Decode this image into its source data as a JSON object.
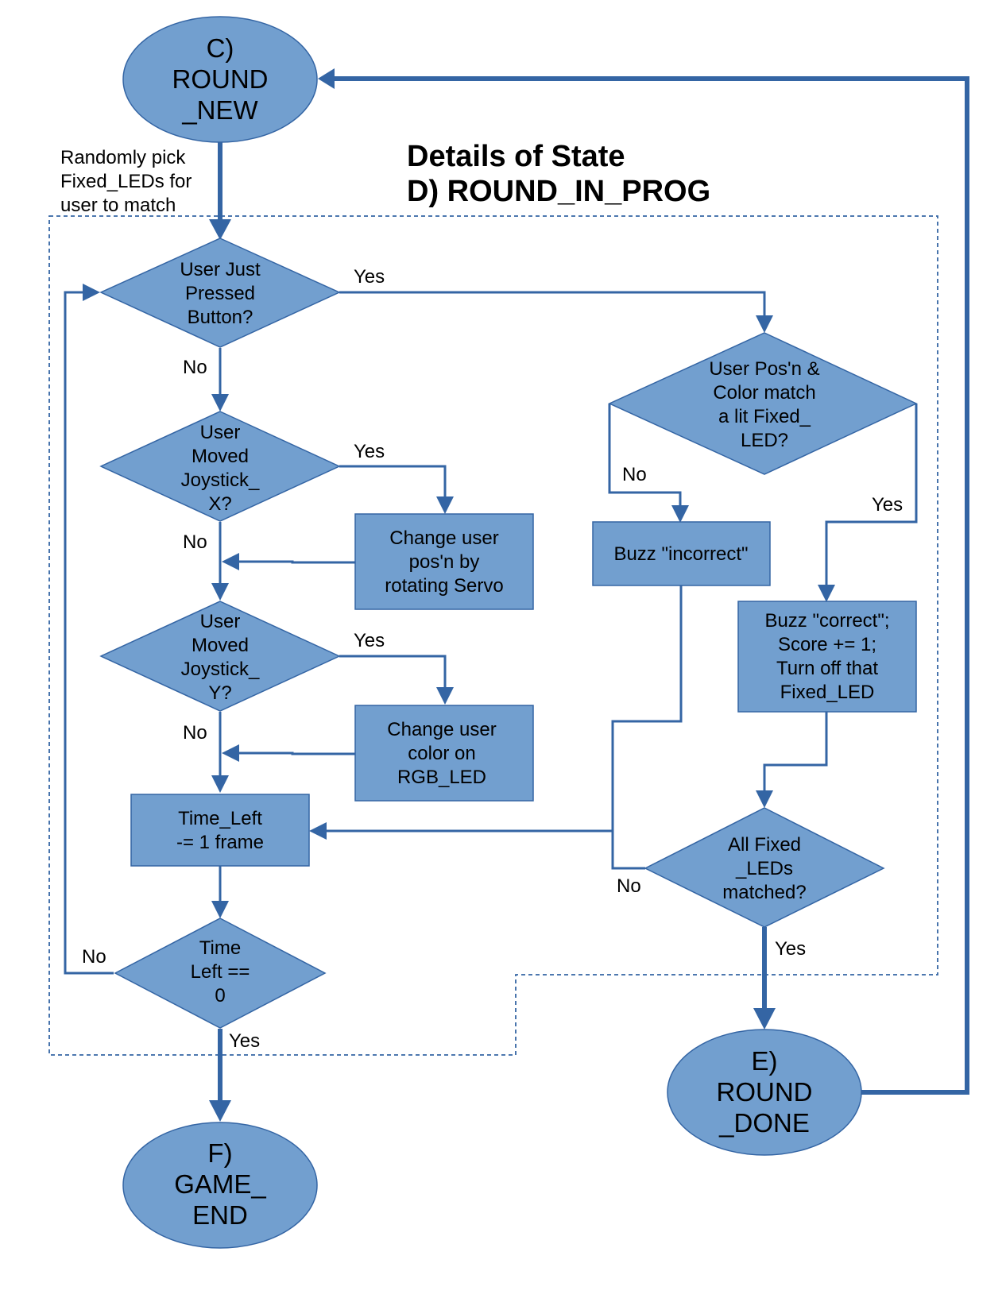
{
  "title": {
    "line1": "Details of State",
    "line2": "D) ROUND_IN_PROG"
  },
  "note": {
    "lines": [
      "Randomly pick",
      "Fixed_LEDs for",
      "user to match"
    ]
  },
  "nodes": {
    "round_new": {
      "lines": [
        "C)",
        "ROUND",
        "_NEW"
      ]
    },
    "user_pressed": {
      "lines": [
        "User Just",
        "Pressed",
        "Button?"
      ]
    },
    "moved_x": {
      "lines": [
        "User",
        "Moved",
        "Joystick_",
        "X?"
      ]
    },
    "change_pos": {
      "lines": [
        "Change user",
        "pos'n by",
        "rotating Servo"
      ]
    },
    "moved_y": {
      "lines": [
        "User",
        "Moved",
        "Joystick_",
        "Y?"
      ]
    },
    "change_color": {
      "lines": [
        "Change user",
        "color on",
        "RGB_LED"
      ]
    },
    "time_dec": {
      "lines": [
        "Time_Left",
        "-= 1 frame"
      ]
    },
    "time_zero": {
      "lines": [
        "Time",
        "Left ==",
        "0"
      ]
    },
    "game_end": {
      "lines": [
        "F)",
        "GAME_",
        "END"
      ]
    },
    "pos_match": {
      "lines": [
        "User Pos'n &",
        "Color match",
        "a lit Fixed_",
        "LED?"
      ]
    },
    "buzz_incorrect": {
      "lines": [
        "Buzz \"incorrect\""
      ]
    },
    "buzz_correct": {
      "lines": [
        "Buzz \"correct\";",
        "Score += 1;",
        "Turn off that",
        "Fixed_LED"
      ]
    },
    "all_matched": {
      "lines": [
        "All Fixed",
        "_LEDs",
        "matched?"
      ]
    },
    "round_done": {
      "lines": [
        "E)",
        "ROUND",
        "_DONE"
      ]
    }
  },
  "edge_labels": {
    "pressed_yes": "Yes",
    "pressed_no": "No",
    "x_yes": "Yes",
    "x_no": "No",
    "y_yes": "Yes",
    "y_no": "No",
    "match_no": "No",
    "match_yes": "Yes",
    "all_no": "No",
    "all_yes": "Yes",
    "zero_no": "No",
    "zero_yes": "Yes"
  },
  "colors": {
    "shape_fill": "#729fcf",
    "line": "#3465a4"
  }
}
